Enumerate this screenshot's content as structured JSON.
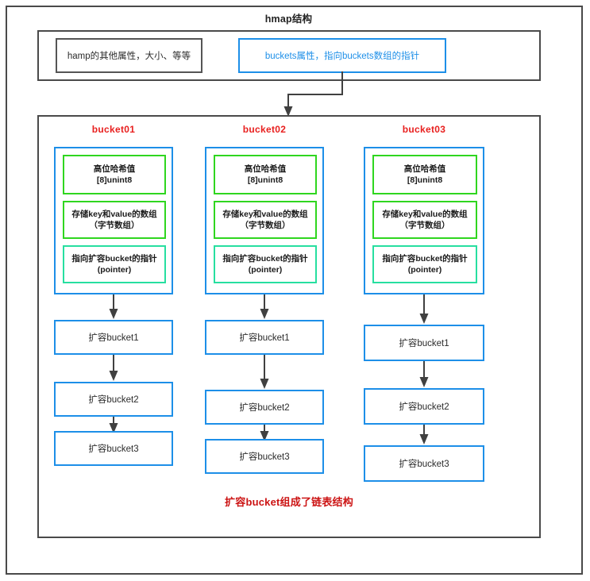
{
  "diagram": {
    "title": "hmap结构",
    "footer_note": "扩容bucket组成了链表结构",
    "colors": {
      "frame": "#4a4a4a",
      "blue": "#1d8fe8",
      "green": "#2fd61f",
      "green_alt": "#27dfa0",
      "red_label": "#e8201f",
      "red_note": "#cc1414",
      "text": "#2b2b2b",
      "background": "#ffffff"
    }
  },
  "hmap": {
    "other_fields_label": "hamp的其他属性，大小、等等",
    "buckets_pointer_label": "buckets属性，指向buckets数组的指针"
  },
  "buckets": [
    {
      "name": "bucket01",
      "fields": [
        {
          "line1": "高位哈希值",
          "line2": "[8]unint8"
        },
        {
          "line1": "存储key和value的数组",
          "line2": "（字节数组）"
        },
        {
          "line1": "指向扩容bucket的指针",
          "line2": "(pointer)"
        }
      ],
      "overflow": [
        "扩容bucket1",
        "扩容bucket2",
        "扩容bucket3"
      ]
    },
    {
      "name": "bucket02",
      "fields": [
        {
          "line1": "高位哈希值",
          "line2": "[8]unint8"
        },
        {
          "line1": "存储key和value的数组",
          "line2": "（字节数组）"
        },
        {
          "line1": "指向扩容bucket的指针",
          "line2": "(pointer)"
        }
      ],
      "overflow": [
        "扩容bucket1",
        "扩容bucket2",
        "扩容bucket3"
      ]
    },
    {
      "name": "bucket03",
      "fields": [
        {
          "line1": "高位哈希值",
          "line2": "[8]unint8"
        },
        {
          "line1": "存储key和value的数组",
          "line2": "（字节数组）"
        },
        {
          "line1": "指向扩容bucket的指针",
          "line2": "(pointer)"
        }
      ],
      "overflow": [
        "扩容bucket1",
        "扩容bucket2",
        "扩容bucket3"
      ]
    }
  ]
}
